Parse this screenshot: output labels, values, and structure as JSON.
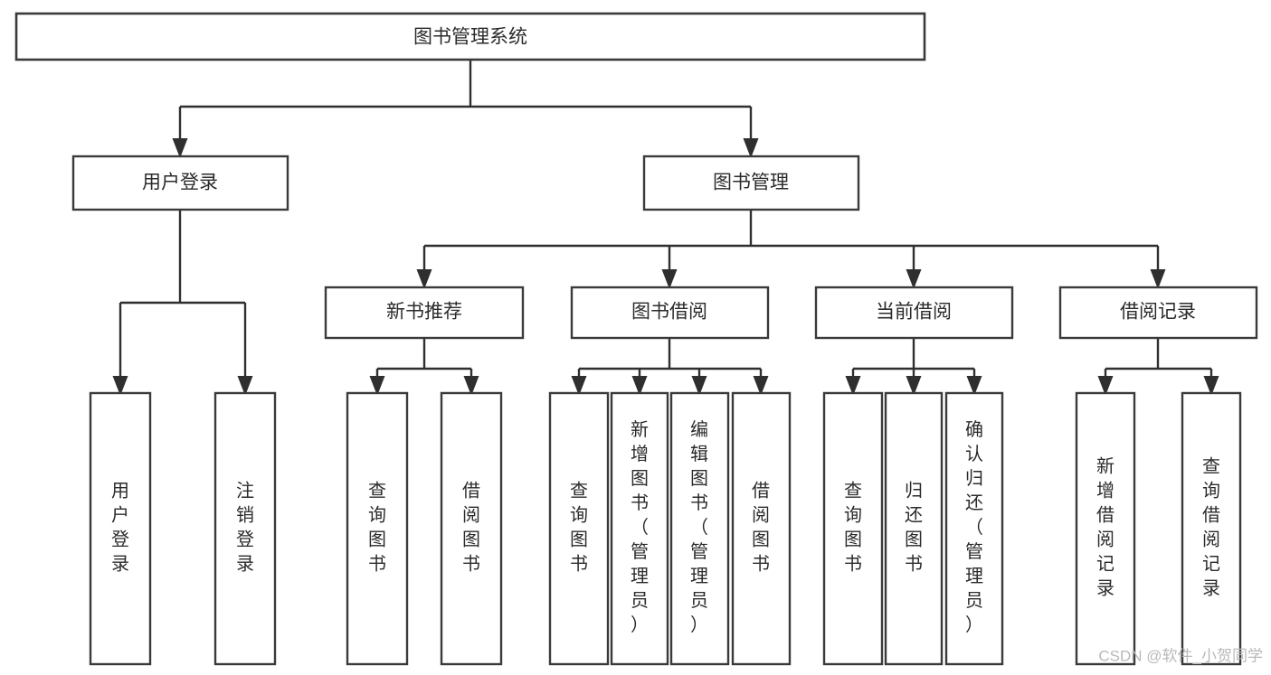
{
  "diagram": {
    "type": "tree",
    "title": "图书管理系统",
    "orientation": "top-down",
    "watermark": "CSDN @软件_小贺同学",
    "colors": {
      "background": "#ffffff",
      "box_fill": "#ffffff",
      "box_stroke": "#3a3a3a",
      "connector": "#2f2f2f",
      "text": "#2b2b2b",
      "watermark": "#b9b9b9"
    },
    "nodes": {
      "root": {
        "label": "图书管理系统"
      },
      "level1": [
        {
          "label": "用户登录"
        },
        {
          "label": "图书管理"
        }
      ],
      "level2": [
        {
          "label": "新书推荐"
        },
        {
          "label": "图书借阅"
        },
        {
          "label": "当前借阅"
        },
        {
          "label": "借阅记录"
        }
      ],
      "leaves": {
        "user_login": [
          {
            "label": "用户登录"
          },
          {
            "label": "注销登录"
          }
        ],
        "new_book_recommend": [
          {
            "label": "查询图书"
          },
          {
            "label": "借阅图书"
          }
        ],
        "book_borrow": [
          {
            "label": "查询图书"
          },
          {
            "label": "新增图书（管理员）"
          },
          {
            "label": "编辑图书（管理员）"
          },
          {
            "label": "借阅图书"
          }
        ],
        "current_borrow": [
          {
            "label": "查询图书"
          },
          {
            "label": "归还图书"
          },
          {
            "label": "确认归还（管理员）"
          }
        ],
        "borrow_record": [
          {
            "label": "新增借阅记录"
          },
          {
            "label": "查询借阅记录"
          }
        ]
      }
    }
  }
}
